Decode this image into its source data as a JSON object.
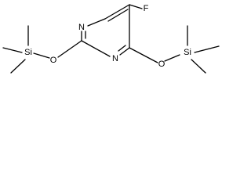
{
  "molecule": {
    "atoms": {
      "fluorine": "F",
      "ring_nitrogen_top": "N",
      "ring_nitrogen_bottom": "N",
      "oxygen_left": "O",
      "oxygen_right": "O",
      "silicon_left": "Si",
      "silicon_right": "Si"
    }
  }
}
